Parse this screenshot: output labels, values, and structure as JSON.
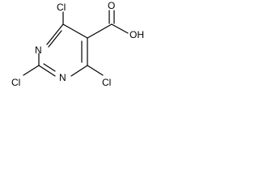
{
  "molecule": {
    "atoms": {
      "cl_top": "Cl",
      "n_ring_upper": "N",
      "cl_bottom_left": "Cl",
      "n_ring_lower": "N",
      "cl_bottom_right": "Cl",
      "o_carbonyl": "O",
      "oh": "OH"
    }
  },
  "colors": {
    "bond": "#000000",
    "label": "#000000",
    "background": "#ffffff"
  }
}
